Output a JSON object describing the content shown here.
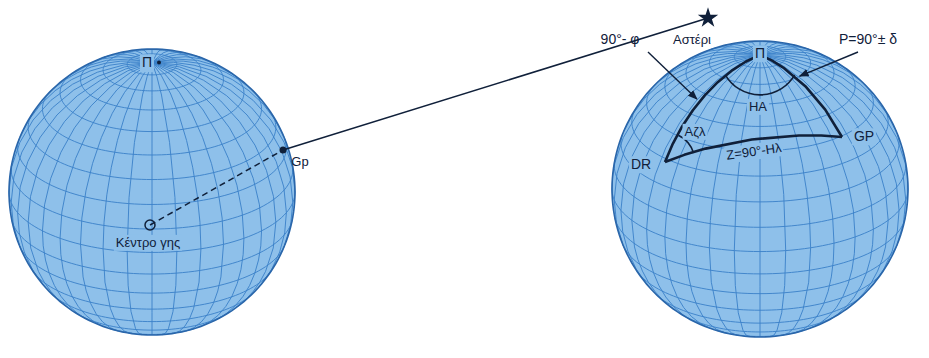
{
  "diagram": {
    "labels": [
      "Αστέρι",
      "Π",
      "Gp",
      "Κέντρο γης",
      "90°- φ",
      "Π",
      "HA",
      "P=90°± δ",
      "Aζλ",
      "DR",
      "GP",
      "Z=90°-Hλ"
    ]
  }
}
